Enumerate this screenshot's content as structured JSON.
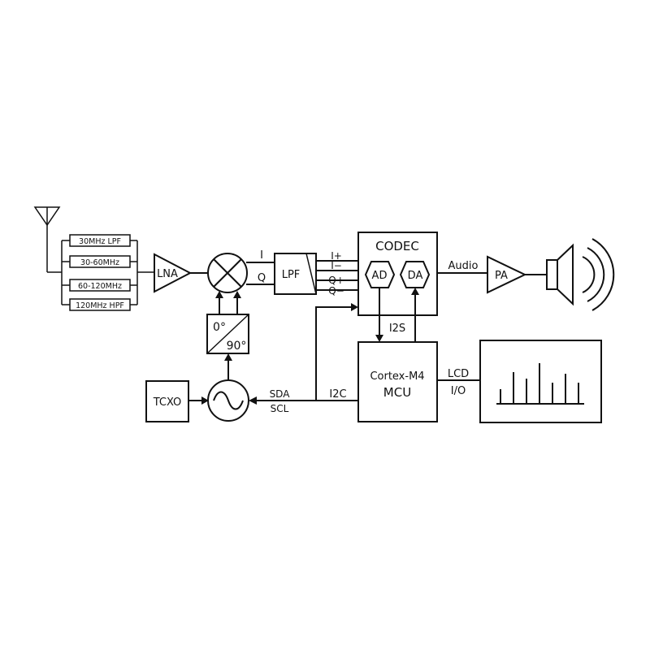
{
  "filters": [
    "30MHz LPF",
    "30-60MHz",
    "60-120MHz",
    "120MHz HPF"
  ],
  "lna": "LNA",
  "mixer_outputs": {
    "i": "I",
    "q": "Q"
  },
  "lpf": "LPF",
  "codec_inputs": [
    "I+",
    "I−",
    "Q+",
    "Q−"
  ],
  "codec": {
    "title": "CODEC",
    "ad": "AD",
    "da": "DA"
  },
  "audio_label": "Audio",
  "pa": "PA",
  "phase_shift": {
    "top": "0°",
    "bottom": "90°"
  },
  "i2s_label": "I2S",
  "mcu": {
    "line1": "Cortex-M4",
    "line2": "MCU"
  },
  "lcd_label": "LCD",
  "io_label": "I/O",
  "tcxo": "TCXO",
  "sda_label": "SDA",
  "scl_label": "SCL",
  "i2c_label": "I2C"
}
